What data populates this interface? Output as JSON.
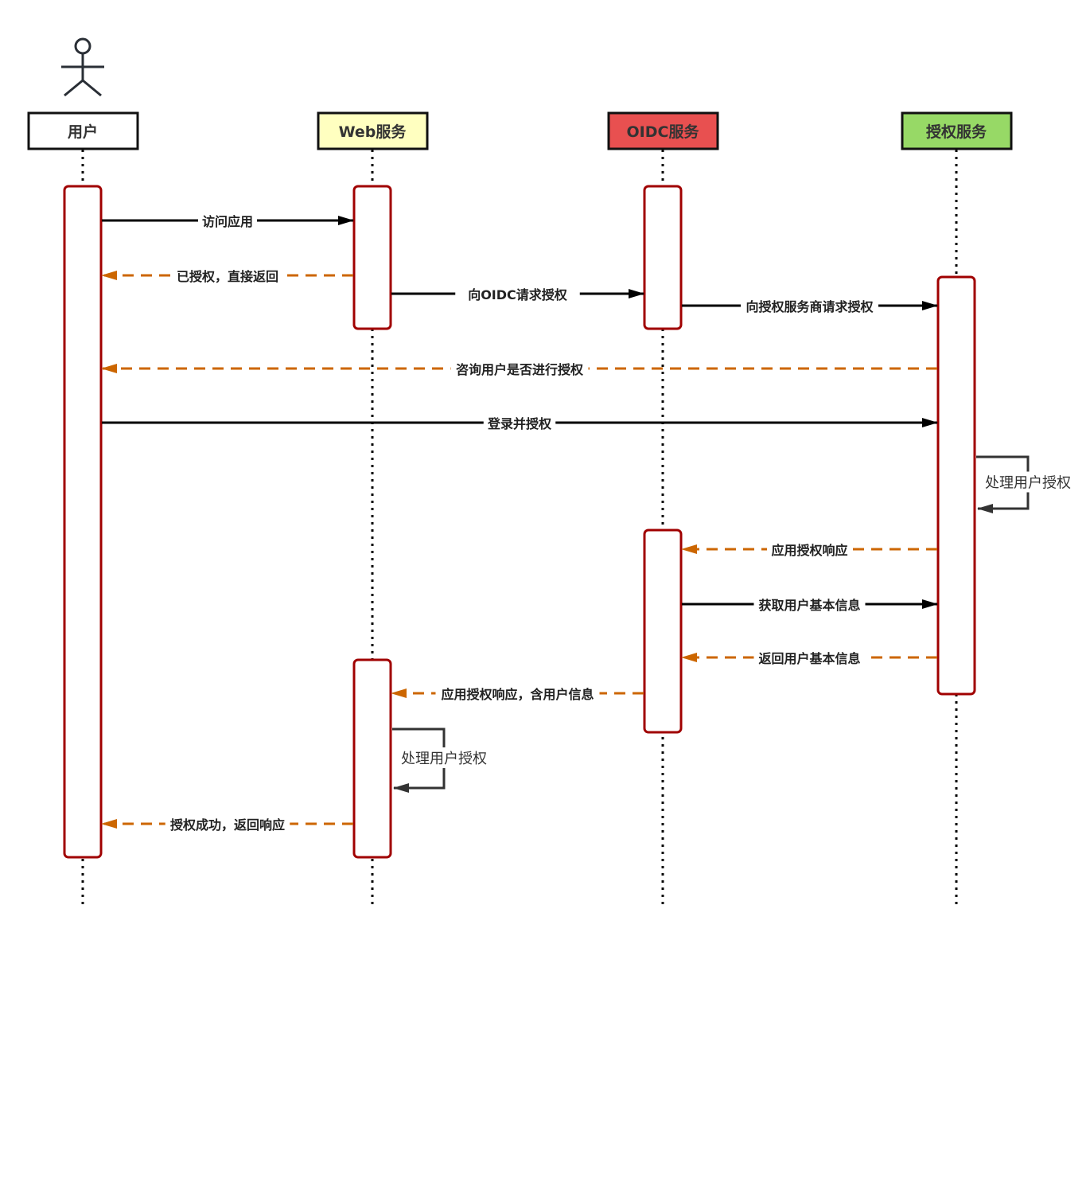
{
  "participants": [
    {
      "id": "user",
      "label": "用户",
      "fill": "#ffffff",
      "actor": true
    },
    {
      "id": "web",
      "label": "Web服务",
      "fill": "#ffffc0"
    },
    {
      "id": "oidc",
      "label": "OIDC服务",
      "fill": "#e85050"
    },
    {
      "id": "auth",
      "label": "授权服务",
      "fill": "#97d966"
    }
  ],
  "colors": {
    "activation": "#a00000",
    "solid": "#000000",
    "dashed": "#cc6600",
    "self": "#333333"
  },
  "messages": [
    {
      "from": "user",
      "to": "web",
      "label": "访问应用",
      "type": "solid"
    },
    {
      "from": "web",
      "to": "user",
      "label": "已授权，直接返回",
      "type": "dashed"
    },
    {
      "from": "web",
      "to": "oidc",
      "label": "向OIDC请求授权",
      "type": "solid"
    },
    {
      "from": "oidc",
      "to": "auth",
      "label": "向授权服务商请求授权",
      "type": "solid"
    },
    {
      "from": "auth",
      "to": "user",
      "label": "咨询用户是否进行授权",
      "type": "dashed"
    },
    {
      "from": "user",
      "to": "auth",
      "label": "登录并授权",
      "type": "solid"
    },
    {
      "from": "auth",
      "to": "auth",
      "label": "处理用户授权",
      "type": "self"
    },
    {
      "from": "auth",
      "to": "oidc",
      "label": "应用授权响应",
      "type": "dashed"
    },
    {
      "from": "oidc",
      "to": "auth",
      "label": "获取用户基本信息",
      "type": "solid"
    },
    {
      "from": "auth",
      "to": "oidc",
      "label": "返回用户基本信息",
      "type": "dashed"
    },
    {
      "from": "oidc",
      "to": "web",
      "label": "应用授权响应，含用户信息",
      "type": "dashed"
    },
    {
      "from": "web",
      "to": "web",
      "label": "处理用户授权",
      "type": "self"
    },
    {
      "from": "web",
      "to": "user",
      "label": "授权成功，返回响应",
      "type": "dashed"
    }
  ]
}
